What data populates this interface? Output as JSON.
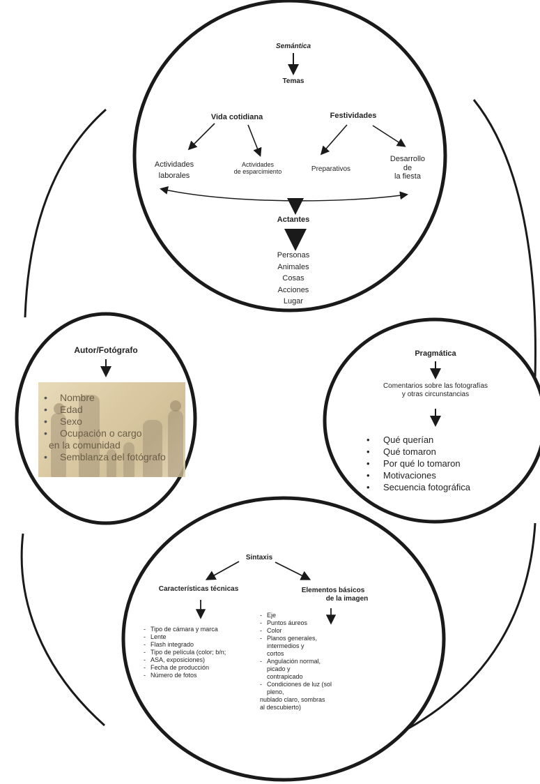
{
  "semantica": {
    "title": "Semántica",
    "temas": "Temas",
    "vida_cotidiana": "Vida cotidiana",
    "festividades": "Festividades",
    "actividades_laborales": [
      "Actividades",
      "laborales"
    ],
    "actividades_esparcimiento": [
      "Actividades",
      "de esparcimiento"
    ],
    "preparativos": "Preparativos",
    "desarrollo_fiesta": [
      "Desarrollo",
      "de",
      "la fiesta"
    ],
    "actantes": "Actantes",
    "actantes_items": [
      "Personas",
      "Animales",
      "Cosas",
      "Acciones",
      "Lugar"
    ]
  },
  "autor": {
    "title": "Autor/Fotógrafo",
    "items": [
      "Nombre",
      "Edad",
      "Sexo",
      "Ocupación o cargo",
      "en la comunidad",
      "Semblanza del fotógrafo"
    ]
  },
  "pragmatica": {
    "title": "Pragmática",
    "comment": [
      "Comentarios sobre las fotografías",
      "y otras circunstancias"
    ],
    "items": [
      "Qué querían",
      "Qué tomaron",
      "Por qué lo tomaron",
      "Motivaciones",
      "Secuencia fotográfica"
    ]
  },
  "sintaxis": {
    "title": "Sintaxis",
    "caracteristicas": "Características técnicas",
    "elementos": [
      "Elementos básicos",
      "de la imagen"
    ],
    "tecnicas_items": [
      "Tipo de cámara y marca",
      "Lente",
      "Flash integrado",
      "Tipo de película (color; b/n;",
      "ASA, exposiciones)",
      "Fecha de producción",
      "Número de fotos"
    ],
    "elementos_items": [
      "Eje",
      "Puntos áureos",
      "Color",
      "Planos generales,",
      "intermedios y",
      "cortos",
      "Angulación normal,",
      "picado y",
      "contrapicado",
      "Condiciones de luz (sol",
      "pleno,",
      "nublado claro, sombras",
      "al descubierto)"
    ]
  },
  "colors": {
    "ink": "#1a1a1a"
  }
}
